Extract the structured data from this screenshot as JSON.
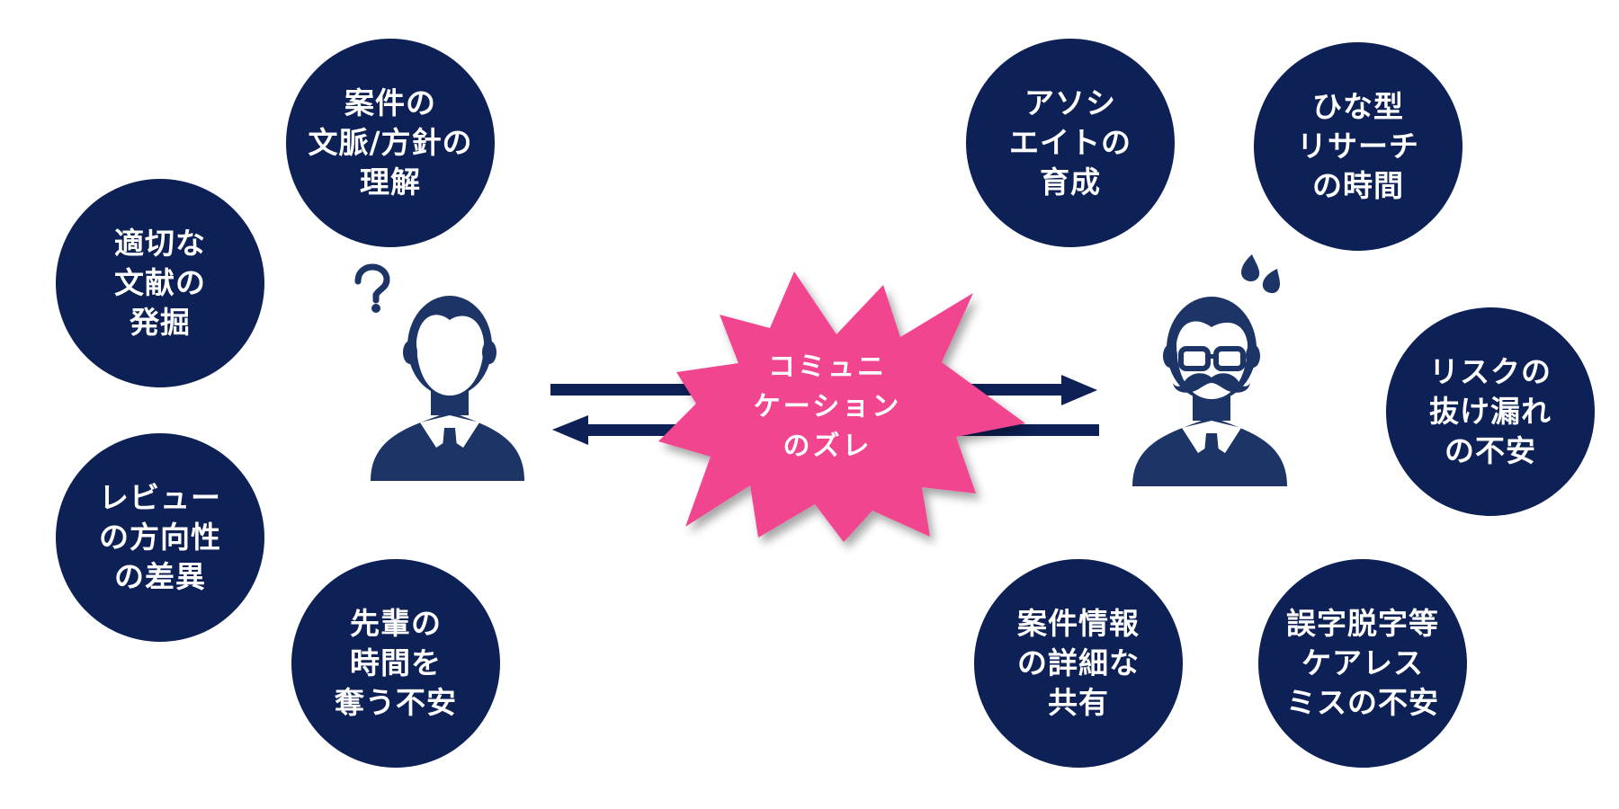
{
  "colors": {
    "navy": "#0d2157",
    "person": "#1c3566",
    "burst": "#f2458f"
  },
  "left_bubbles": [
    {
      "text": "案件の\n文脈/方針の\n理解"
    },
    {
      "text": "適切な\n文献の\n発掘"
    },
    {
      "text": "レビュー\nの方向性\nの差異"
    },
    {
      "text": "先輩の\n時間を\n奪う不安"
    }
  ],
  "right_bubbles": [
    {
      "text": "アソシ\nエイトの\n育成"
    },
    {
      "text": "ひな型\nリサーチ\nの時間"
    },
    {
      "text": "リスクの\n抜け漏れ\nの不安"
    },
    {
      "text": "案件情報\nの詳細な\n共有"
    },
    {
      "text": "誤字脱字等\nケアレス\nミスの不安"
    }
  ],
  "center": {
    "text": "コミュニ\nケーション\nのズレ"
  },
  "icons": {
    "junior": "young-man-question-icon",
    "senior": "mustache-man-sweat-icon"
  }
}
